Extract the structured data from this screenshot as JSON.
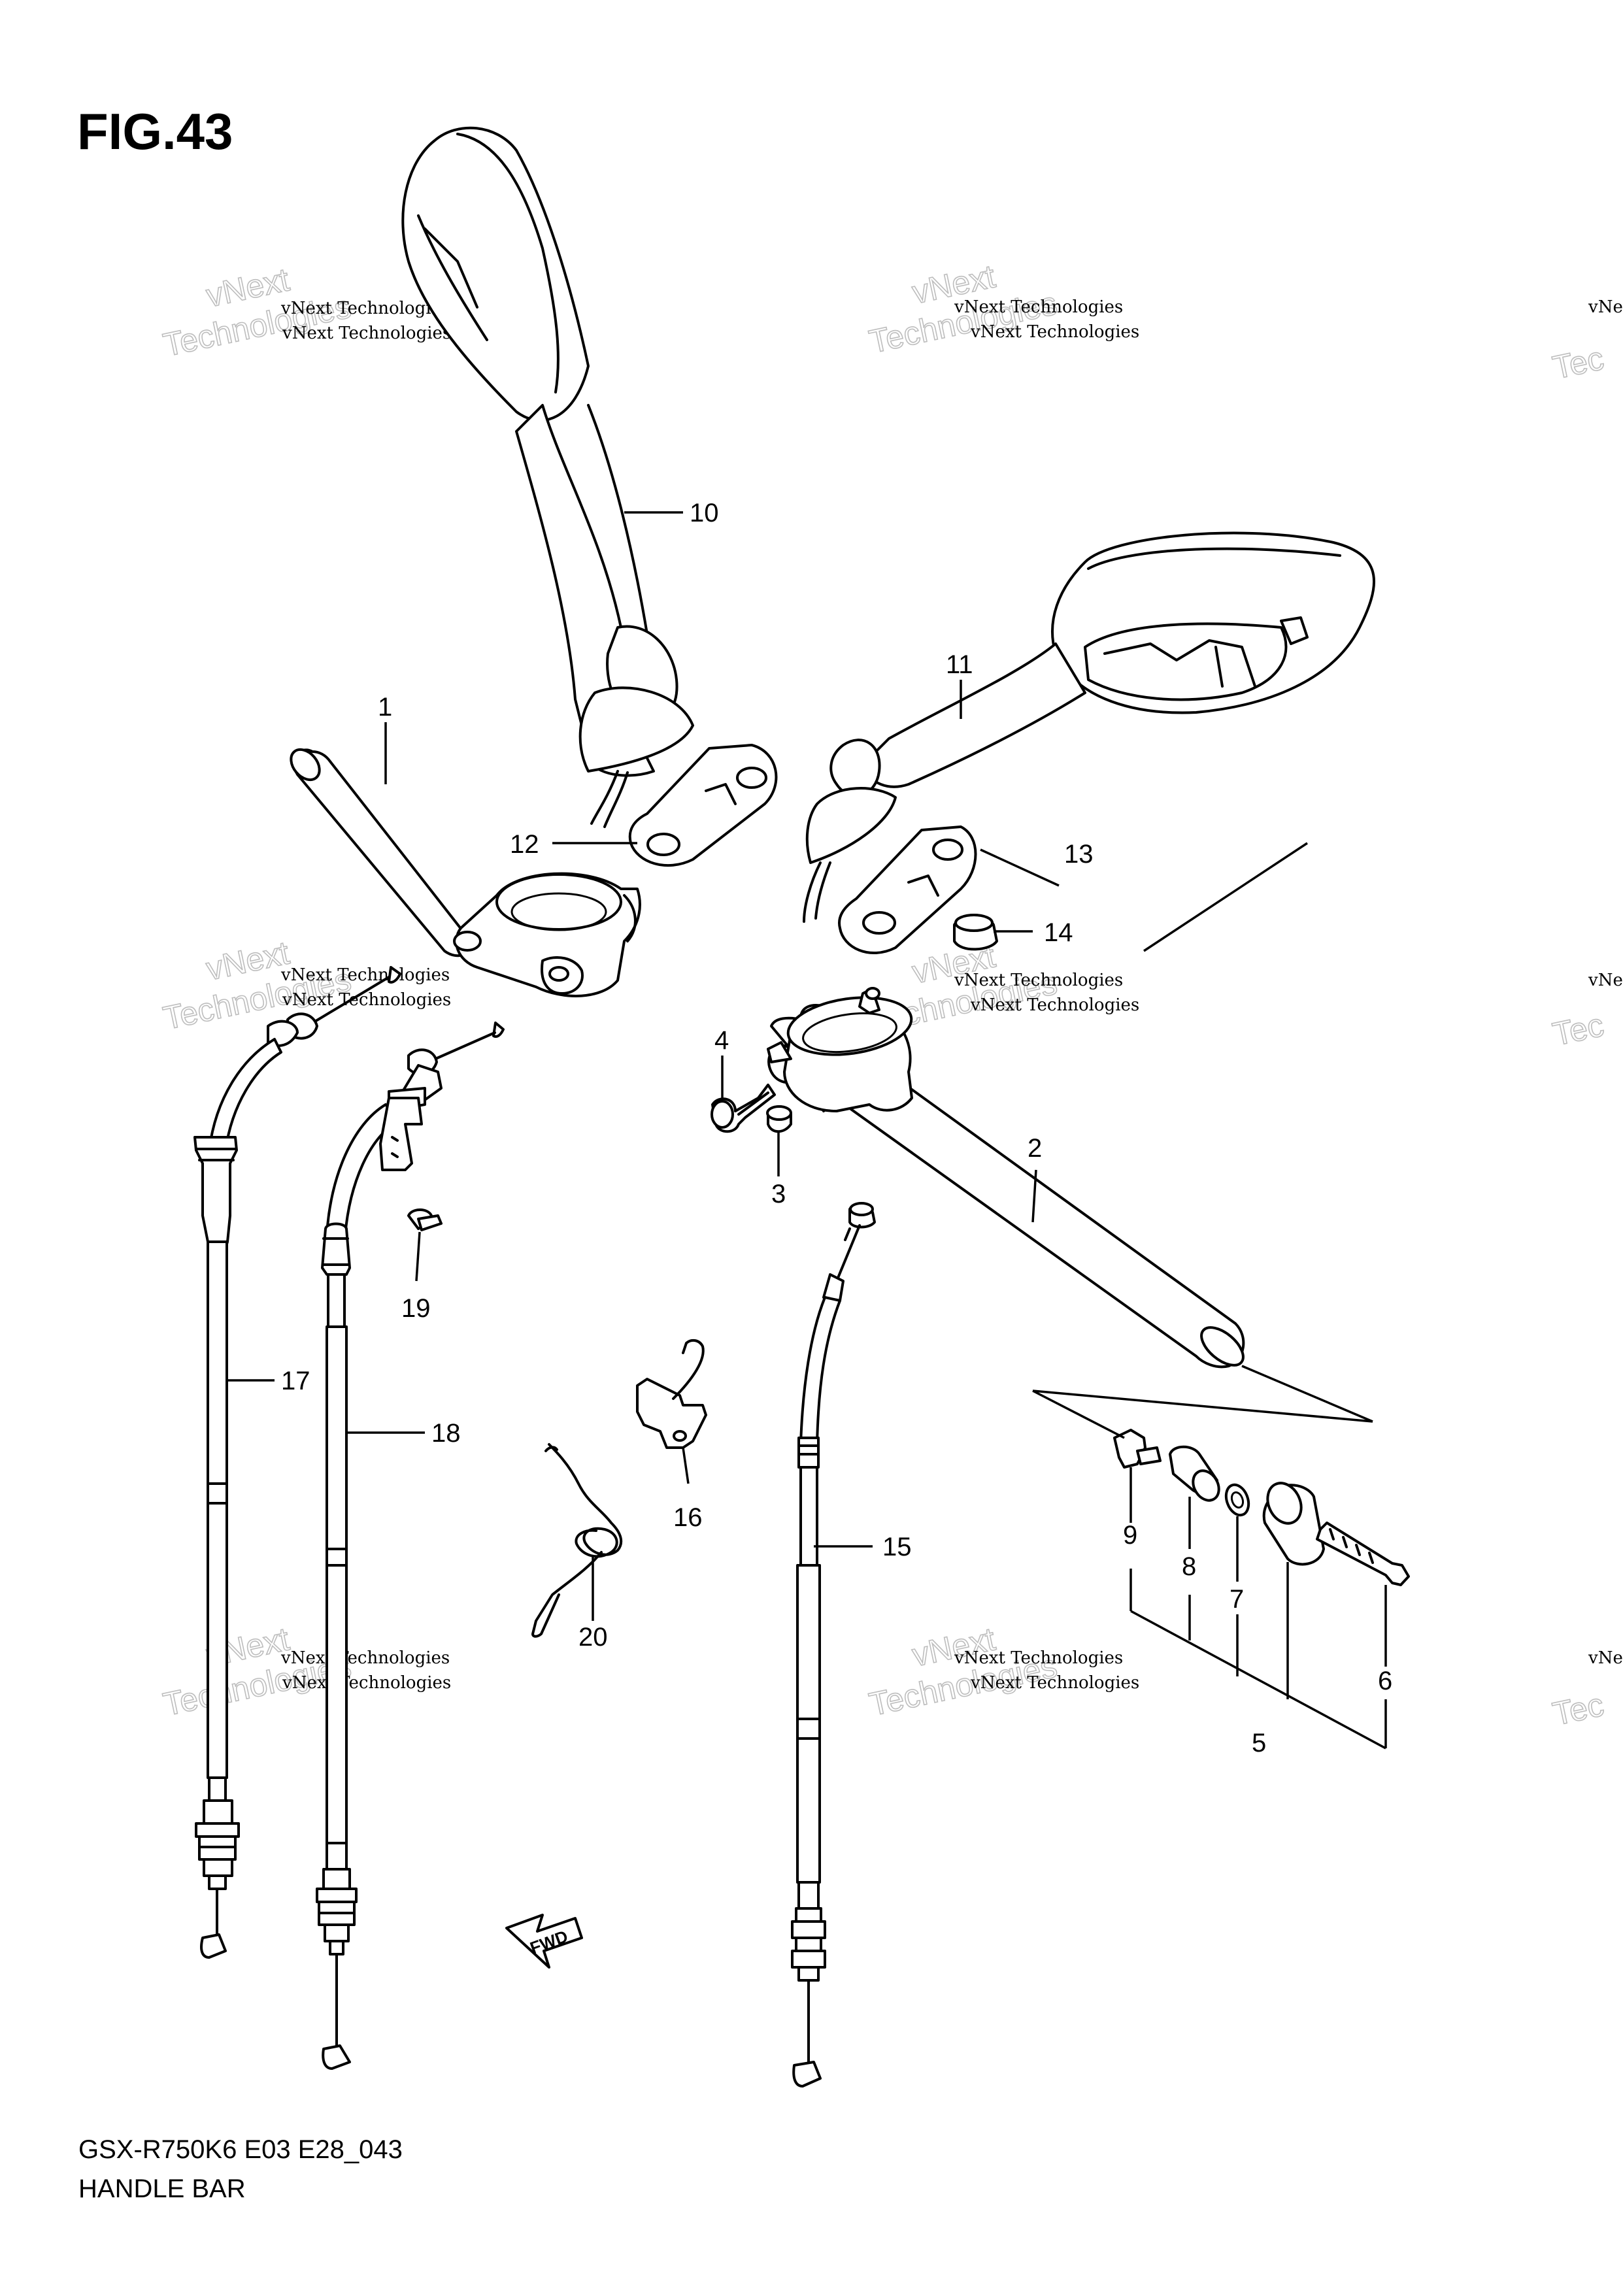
{
  "figure": {
    "title": "FIG.43",
    "model_code": "GSX-R750K6 E03 E28_043",
    "name": "HANDLE BAR"
  },
  "watermark": {
    "small": "vNext Technologies",
    "big_top": "vNext",
    "big_bottom": "Technologies",
    "edge_small": "vNe",
    "edge_big": "Tec"
  },
  "fwd_arrow": {
    "label": "FWD"
  },
  "callouts": [
    "1",
    "2",
    "3",
    "4",
    "5",
    "6",
    "7",
    "8",
    "9",
    "10",
    "11",
    "12",
    "13",
    "14",
    "15",
    "16",
    "17",
    "18",
    "19",
    "20"
  ]
}
